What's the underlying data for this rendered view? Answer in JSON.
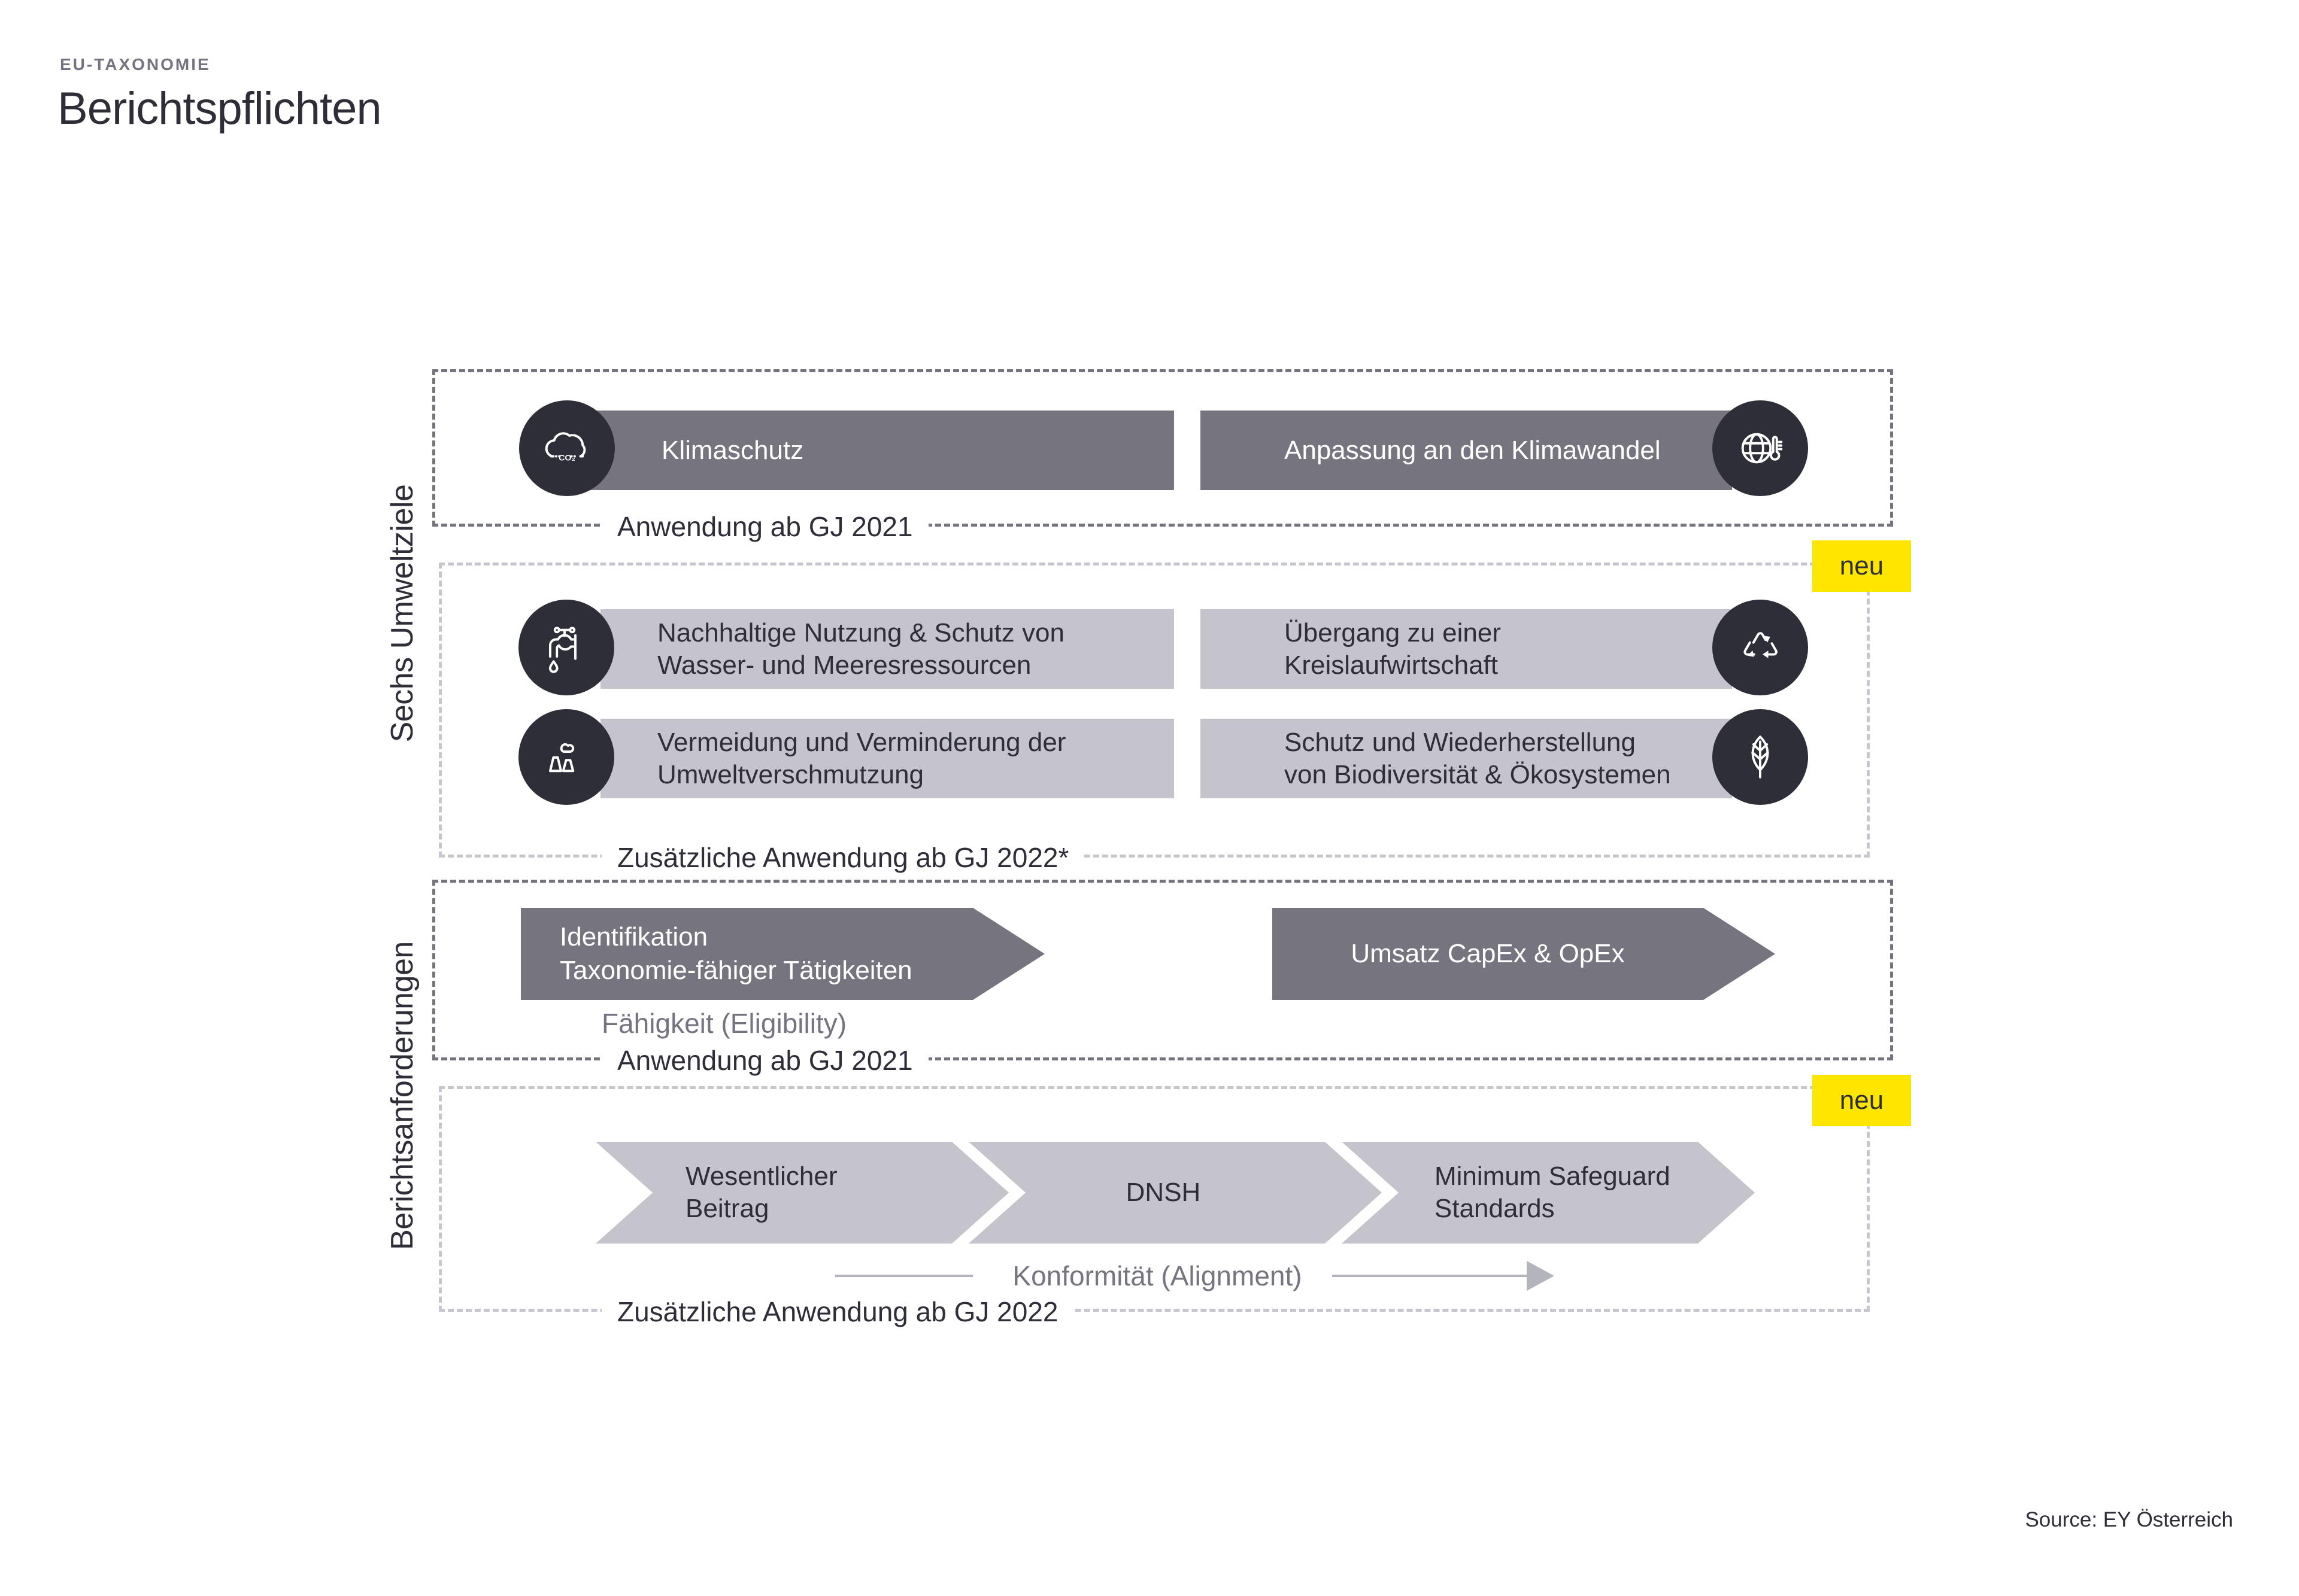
{
  "header": {
    "eyebrow": "EU-TAXONOMIE",
    "title": "Berichtspflichten"
  },
  "side_labels": {
    "environmental_goals": "Sechs Umweltziele",
    "reporting_requirements": "Berichtsanforderungen"
  },
  "sections": {
    "climate": {
      "bars": [
        {
          "label": "Klimaschutz",
          "icon": "co2-cloud-icon"
        },
        {
          "label": "Anpassung an den Klimawandel",
          "icon": "globe-thermometer-icon"
        }
      ],
      "footer": "Anwendung ab GJ 2021"
    },
    "environment": {
      "badge": "neu",
      "bars": [
        {
          "line1": "Nachhaltige Nutzung & Schutz von",
          "line2": "Wasser- und Meeresressourcen",
          "icon": "water-tap-icon"
        },
        {
          "line1": "Übergang zu einer",
          "line2": "Kreislaufwirtschaft",
          "icon": "recycling-icon"
        },
        {
          "line1": "Vermeidung und Verminderung der",
          "line2": "Umweltverschmutzung",
          "icon": "factory-icon"
        },
        {
          "line1": "Schutz und Wiederherstellung",
          "line2": "von Biodiversität & Ökosystemen",
          "icon": "leaf-icon"
        }
      ],
      "footer": "Zusätzliche Anwendung ab GJ 2022*"
    },
    "eligibility": {
      "arrows": [
        {
          "line1": "Identifikation",
          "line2": "Taxonomie-fähiger Tätigkeiten"
        },
        {
          "line1": "Umsatz CapEx & OpEx"
        }
      ],
      "sublabel": "Fähigkeit (Eligibility)",
      "footer": "Anwendung ab GJ 2021"
    },
    "alignment": {
      "badge": "neu",
      "chevrons": [
        {
          "line1": "Wesentlicher",
          "line2": "Beitrag"
        },
        {
          "line1": "DNSH"
        },
        {
          "line1": "Minimum Safeguard",
          "line2": "Standards"
        }
      ],
      "flow_label": "Konformität (Alignment)",
      "footer": "Zusätzliche Anwendung ab GJ 2022"
    }
  },
  "source": "Source: EY Österreich",
  "colors": {
    "dark": "#2e2e38",
    "medium_gray": "#75747f",
    "light_gray": "#c5c4cd",
    "text_gray": "#747480",
    "line_gray": "#b4b4bd",
    "accent_yellow": "#ffe600",
    "border_dark": "#74747f",
    "border_light": "#c6c6ce"
  }
}
